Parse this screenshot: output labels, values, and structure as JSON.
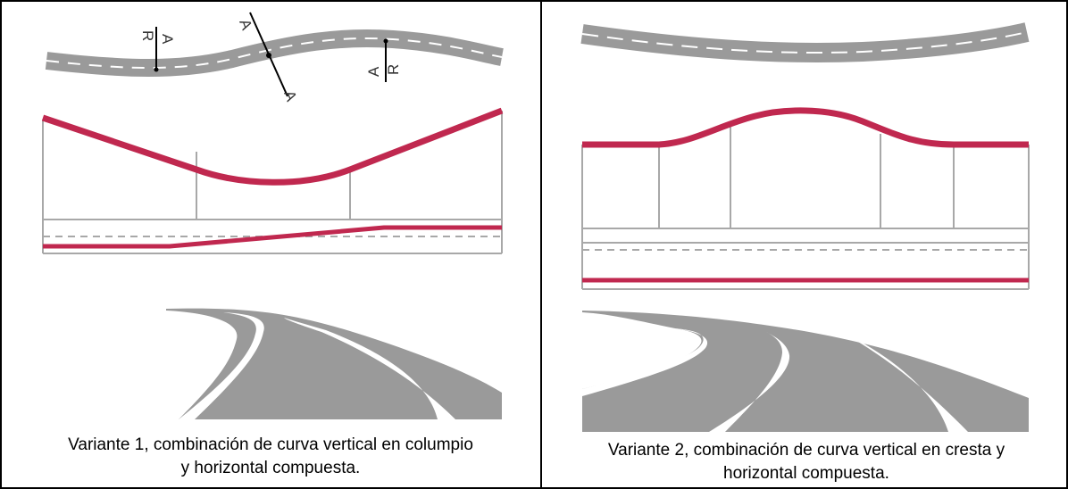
{
  "variant1": {
    "caption_line1": "Variante 1, combinación de curva vertical en columpio",
    "caption_line2": "y horizontal compuesta.",
    "markers": {
      "A": "A",
      "R": "R"
    }
  },
  "variant2": {
    "caption_line1": "Variante 2, combinación de curva vertical en cresta y",
    "caption_line2": "horizontal compuesta."
  },
  "colors": {
    "road": "#9a9a9a",
    "profile": "#c0284f",
    "guide": "#a8a8a8",
    "border": "#000000"
  }
}
